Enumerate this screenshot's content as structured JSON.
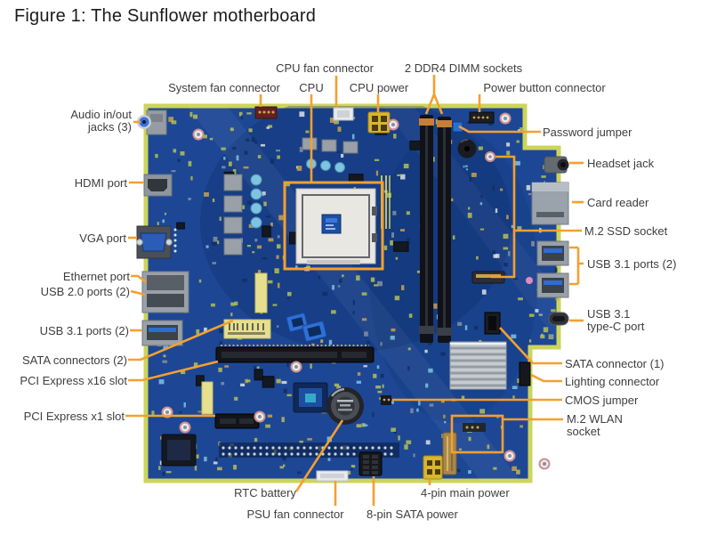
{
  "figure": {
    "title": "Figure 1: The Sunflower motherboard"
  },
  "board": {
    "name": "Sunflower motherboard",
    "colors": {
      "pcb_blue": "#1d4795",
      "pcb_edge": "#ccd45c",
      "callout_orange": "#f59f30",
      "label_text": "#3e3e3e"
    },
    "callouts": {
      "cpu_fan_connector": "CPU fan connector",
      "ddr4_dimm_sockets": "2 DDR4 DIMM sockets",
      "system_fan_connector": "System fan connector",
      "cpu": "CPU",
      "cpu_power": "CPU power",
      "power_button_connector": "Power button connector",
      "audio_jacks": "Audio in/out\njacks (3)",
      "hdmi_port": "HDMI port",
      "vga_port": "VGA port",
      "ethernet_port": "Ethernet port",
      "usb20_ports": "USB 2.0 ports (2)",
      "usb31_ports_left": "USB 3.1 ports (2)",
      "sata_connectors_2": "SATA connectors (2)",
      "pcie_x16_slot": "PCI Express x16 slot",
      "pcie_x1_slot": "PCI Express x1 slot",
      "password_jumper": "Password jumper",
      "headset_jack": "Headset jack",
      "card_reader": "Card reader",
      "m2_ssd_socket": "M.2 SSD socket",
      "usb31_ports_right": "USB 3.1 ports (2)",
      "usb31_typec_port": "USB 3.1\ntype-C port",
      "sata_connector_1": "SATA connector (1)",
      "lighting_connector": "Lighting connector",
      "cmos_jumper": "CMOS jumper",
      "m2_wlan_socket": "M.2 WLAN\nsocket",
      "rtc_battery": "RTC battery",
      "psu_fan_connector": "PSU fan connector",
      "sata_power_8pin": "8-pin SATA power",
      "main_power_4pin": "4-pin main power"
    }
  }
}
